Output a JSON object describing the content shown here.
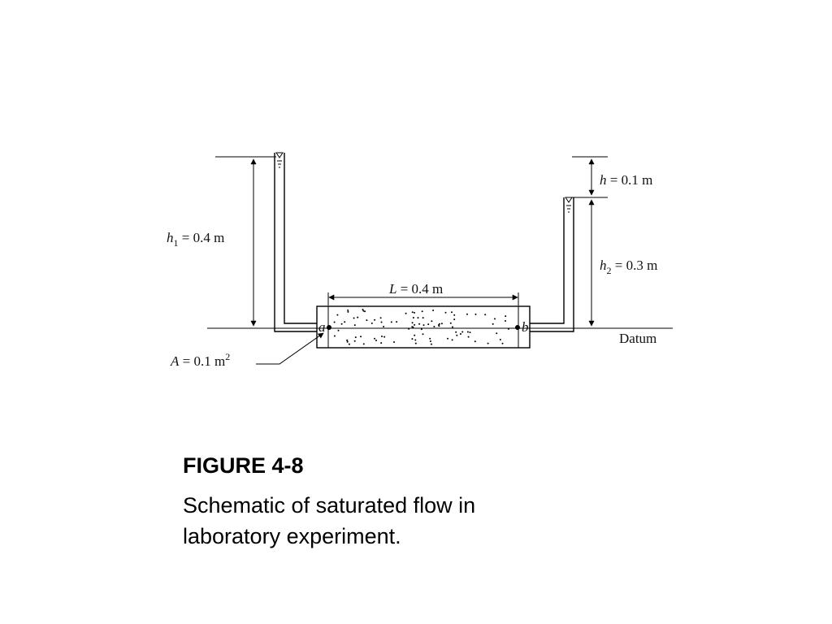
{
  "figure": {
    "title": "FIGURE 4-8",
    "caption_line1": "Schematic of saturated flow in",
    "caption_line2": "laboratory experiment."
  },
  "labels": {
    "h1": "h",
    "h1_sub": "1",
    "h1_value": " = 0.4 m",
    "h": "h",
    "h_value": " = 0.1 m",
    "h2": "h",
    "h2_sub": "2",
    "h2_value": " = 0.3 m",
    "L": "L",
    "L_value": " = 0.4 m",
    "A": "A",
    "A_value": " = 0.1 m",
    "A_sup": "2",
    "datum": "Datum",
    "point_a": "a",
    "point_b": "b"
  },
  "colors": {
    "ink": "#000000",
    "background": "#ffffff"
  }
}
